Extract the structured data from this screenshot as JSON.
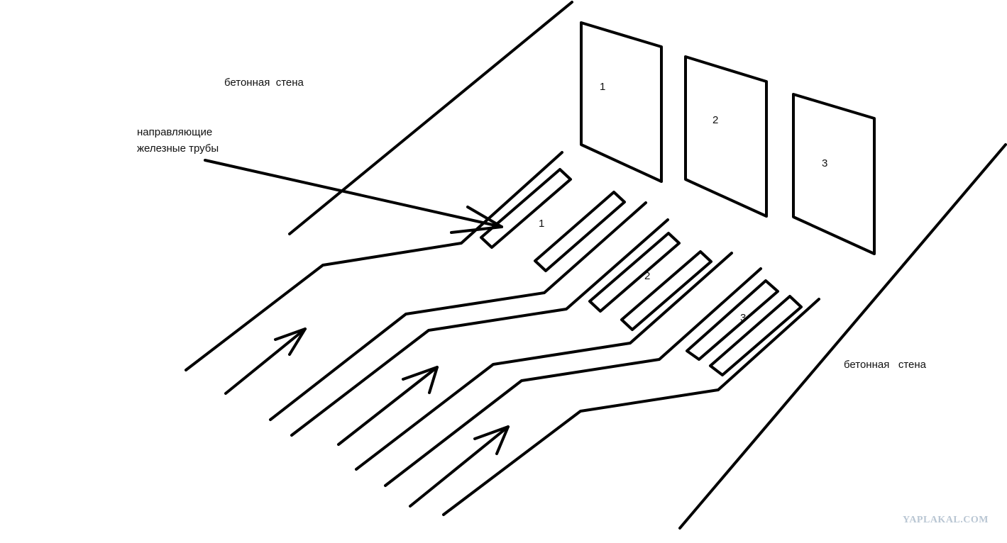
{
  "labels": {
    "wall_top_word1": "бетонная",
    "wall_top_word2": "стена",
    "wall_bottom_word1": "бетонная",
    "wall_bottom_word2": "стена",
    "pipes_line1": "направляющие",
    "pipes_line2": "железные трубы"
  },
  "gates": [
    "1",
    "2",
    "3"
  ],
  "lanes": [
    "1",
    "2",
    "3"
  ],
  "watermark": "YAPLAKAL.COM",
  "colors": {
    "ink": "#000000",
    "background": "#ffffff",
    "watermark": "#b9c6d3"
  }
}
